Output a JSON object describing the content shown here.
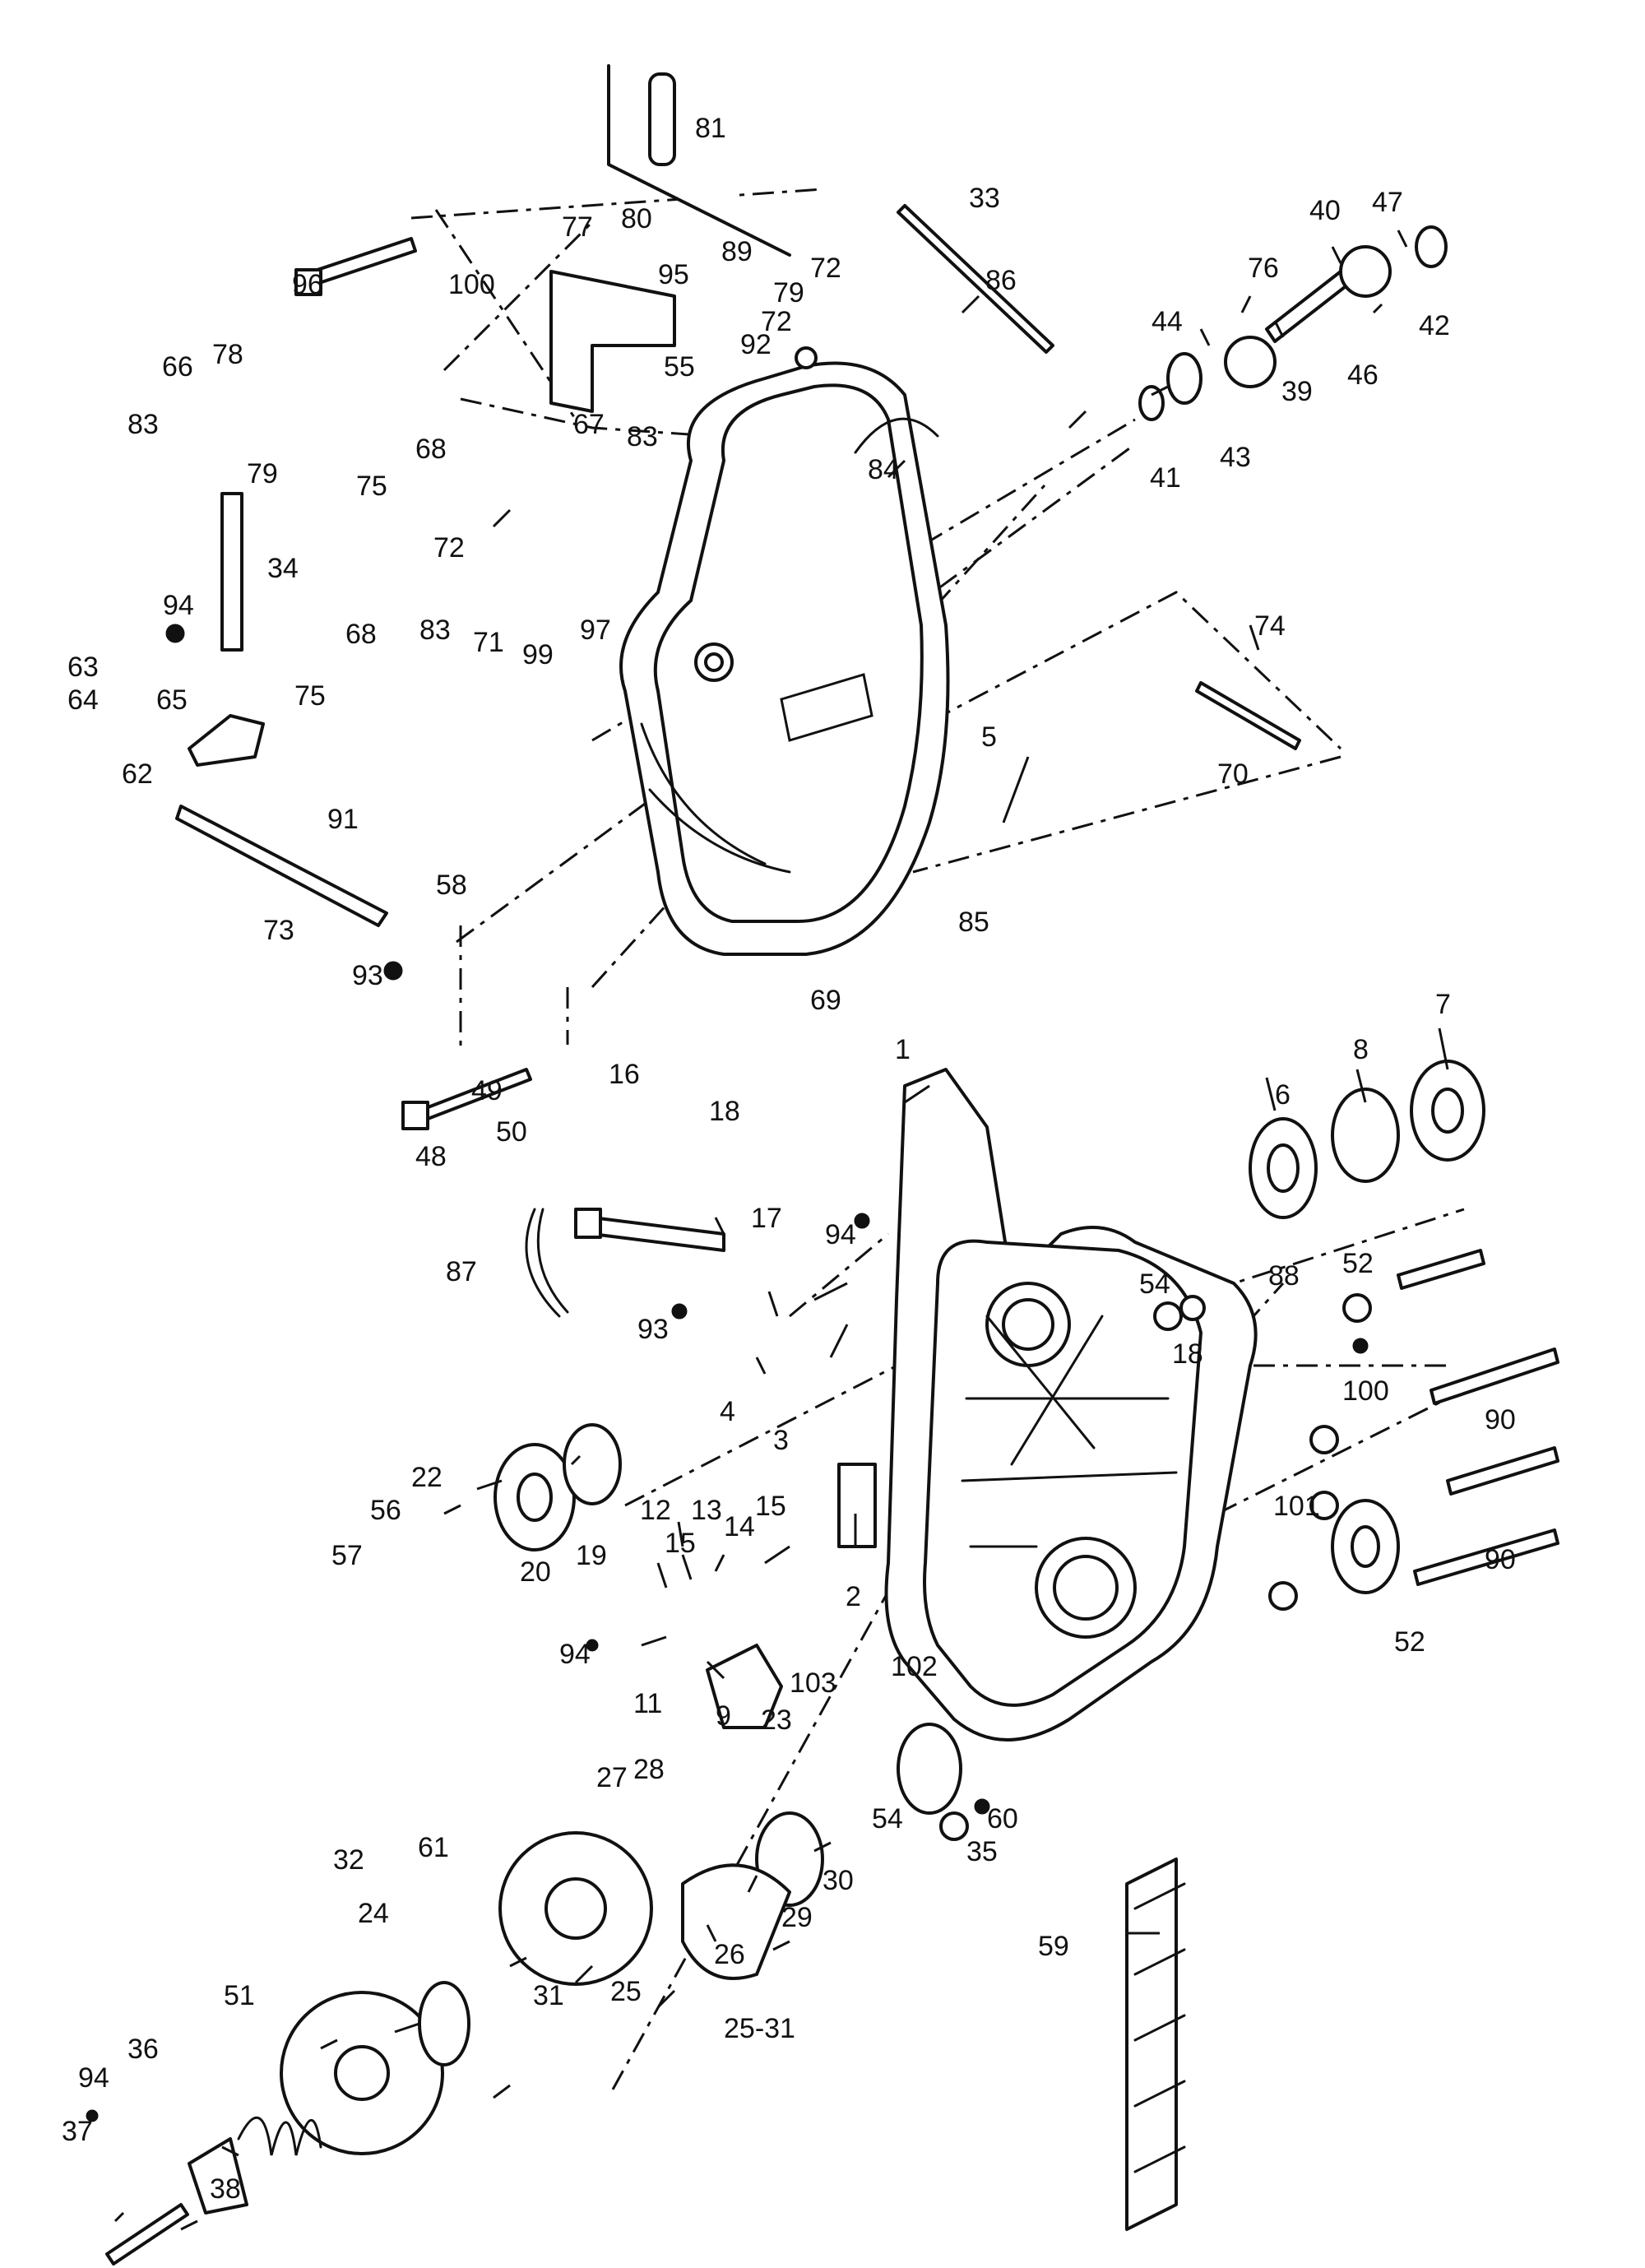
{
  "labels": {
    "p1": "1",
    "p2": "2",
    "p3": "3",
    "p4": "4",
    "p5": "5",
    "p6": "6",
    "p7": "7",
    "p8": "8",
    "p9": "9",
    "p11": "11",
    "p12": "12",
    "p13": "13",
    "p14": "14",
    "p15a": "15",
    "p15b": "15",
    "p16": "16",
    "p17": "17",
    "p18a": "18",
    "p18b": "18",
    "p19": "19",
    "p20": "20",
    "p22": "22",
    "p23": "23",
    "p24": "24",
    "p25": "25",
    "p25_31": "25-31",
    "p26": "26",
    "p27": "27",
    "p28": "28",
    "p29": "29",
    "p30": "30",
    "p31": "31",
    "p32": "32",
    "p33": "33",
    "p34": "34",
    "p35": "35",
    "p36": "36",
    "p37": "37",
    "p38": "38",
    "p39": "39",
    "p40": "40",
    "p41": "41",
    "p42": "42",
    "p43": "43",
    "p44": "44",
    "p46": "46",
    "p47": "47",
    "p48": "48",
    "p49": "49",
    "p50": "50",
    "p51": "51",
    "p52a": "52",
    "p52b": "52",
    "p54a": "54",
    "p54b": "54",
    "p55": "55",
    "p56": "56",
    "p57": "57",
    "p58": "58",
    "p59": "59",
    "p60": "60",
    "p61": "61",
    "p62": "62",
    "p63": "63",
    "p64": "64",
    "p65": "65",
    "p66": "66",
    "p67": "67",
    "p68a": "68",
    "p68b": "68",
    "p69": "69",
    "p70": "70",
    "p71": "71",
    "p72a": "72",
    "p72b": "72",
    "p72c": "72",
    "p73": "73",
    "p74": "74",
    "p75a": "75",
    "p75b": "75",
    "p76": "76",
    "p77": "77",
    "p78": "78",
    "p79a": "79",
    "p79b": "79",
    "p80": "80",
    "p81": "81",
    "p83a": "83",
    "p83b": "83",
    "p83c": "83",
    "p84": "84",
    "p85": "85",
    "p86": "86",
    "p87": "87",
    "p88": "88",
    "p89": "89",
    "p90a": "90",
    "p90b": "90",
    "p91": "91",
    "p92": "92",
    "p93a": "93",
    "p93b": "93",
    "p94a": "94",
    "p94b": "94",
    "p94c": "94",
    "p94d": "94",
    "p95": "95",
    "p96": "96",
    "p97": "97",
    "p99": "99",
    "p100a": "100",
    "p100b": "100",
    "p101": "101",
    "p102": "102",
    "p103": "103"
  }
}
